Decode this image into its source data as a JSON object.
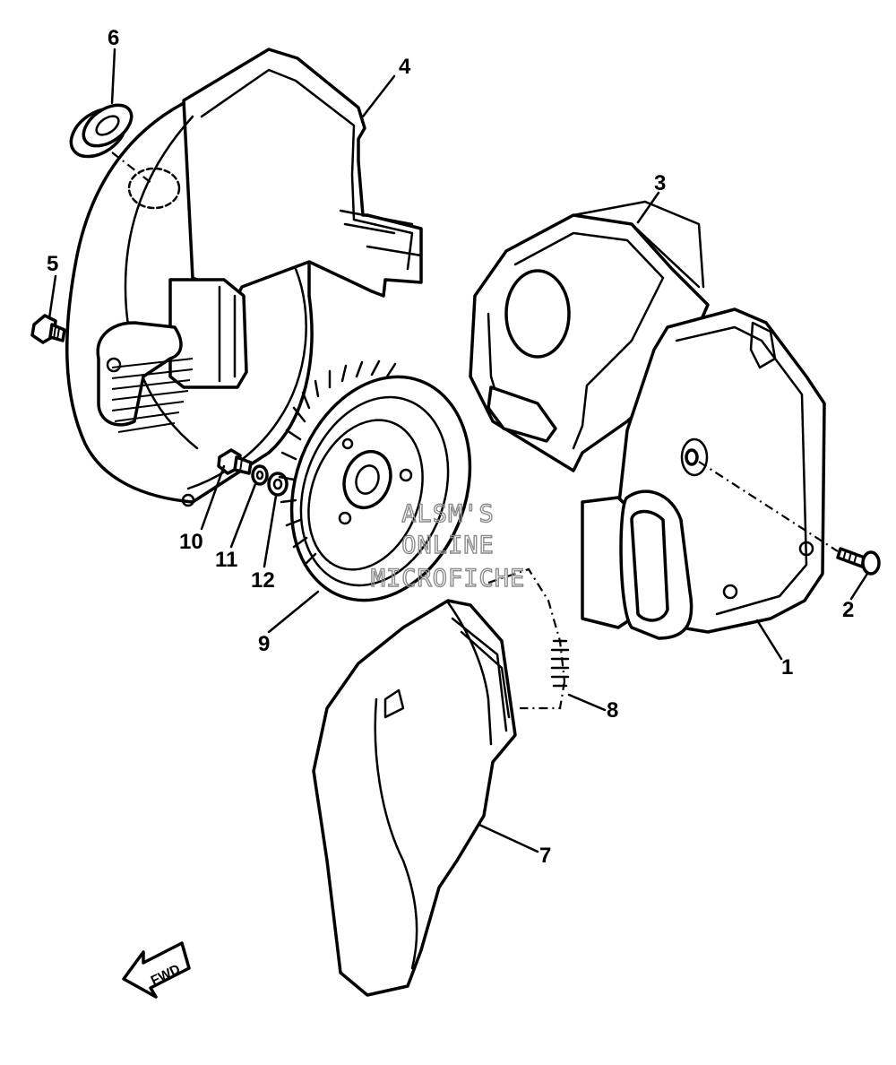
{
  "callouts": [
    "1",
    "2",
    "3",
    "4",
    "5",
    "6",
    "7",
    "8",
    "9",
    "10",
    "11",
    "12"
  ],
  "watermark": [
    "ALSM'S",
    "ONLINE",
    "MICROFICHE"
  ],
  "direction_label": "FWD",
  "colors": {
    "line": "#000000",
    "background": "#ffffff",
    "watermark": "#8c8c8c"
  }
}
